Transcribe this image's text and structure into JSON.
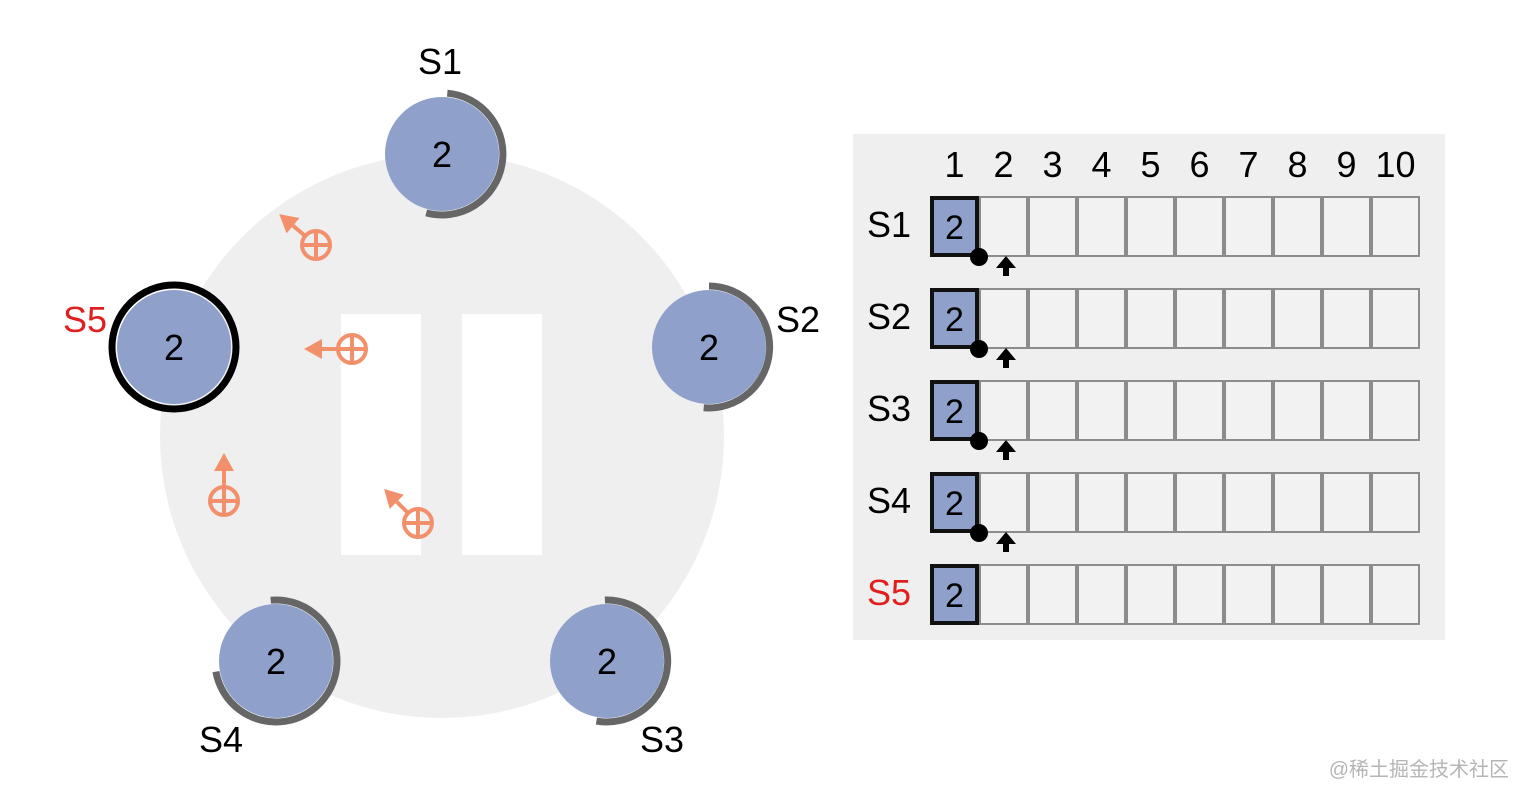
{
  "servers": [
    {
      "id": "S1",
      "label": "S1",
      "term": "2",
      "leader": false
    },
    {
      "id": "S2",
      "label": "S2",
      "term": "2",
      "leader": false
    },
    {
      "id": "S3",
      "label": "S3",
      "term": "2",
      "leader": false
    },
    {
      "id": "S4",
      "label": "S4",
      "term": "2",
      "leader": false
    },
    {
      "id": "S5",
      "label": "S5",
      "term": "2",
      "leader": true
    }
  ],
  "log": {
    "indices": [
      "1",
      "2",
      "3",
      "4",
      "5",
      "6",
      "7",
      "8",
      "9",
      "10"
    ],
    "rows": [
      {
        "label": "S1",
        "leader": false,
        "entries": [
          "2"
        ],
        "has_marker": true
      },
      {
        "label": "S2",
        "leader": false,
        "entries": [
          "2"
        ],
        "has_marker": true
      },
      {
        "label": "S3",
        "leader": false,
        "entries": [
          "2"
        ],
        "has_marker": true
      },
      {
        "label": "S4",
        "leader": false,
        "entries": [
          "2"
        ],
        "has_marker": true
      },
      {
        "label": "S5",
        "leader": true,
        "entries": [
          "2"
        ],
        "has_marker": false
      }
    ]
  },
  "colors": {
    "node_fill": "#8fa0ca",
    "timer_arc": "#666666",
    "leader_ring": "#000000",
    "leader_label": "#e02020",
    "message": "#f3906c",
    "cluster_bg": "#efefef",
    "pause": "#ffffff"
  },
  "icons": [
    "pause-icon",
    "heartbeat-message-icon",
    "commit-dot-icon",
    "next-index-arrow-icon"
  ],
  "watermark": "@稀土掘金技术社区"
}
